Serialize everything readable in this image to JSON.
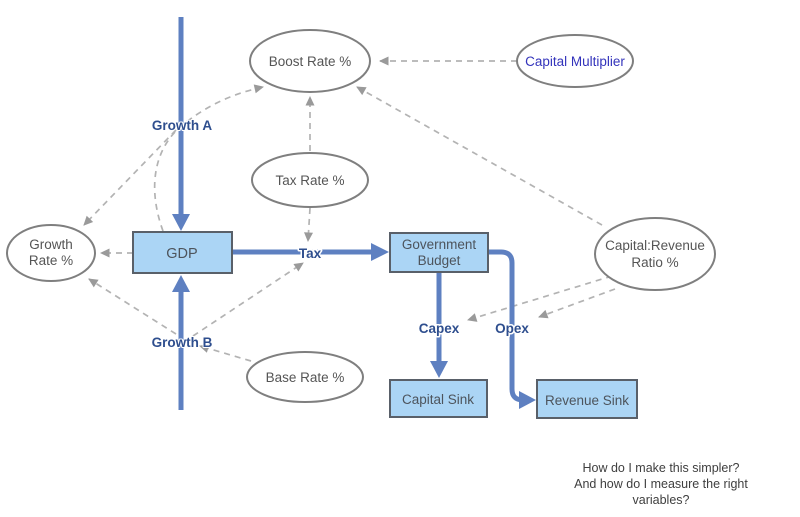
{
  "colors": {
    "flow": "#5e80c1",
    "flow_label": "#2e4e8e",
    "stock_fill": "#abd5f5",
    "stock_border": "#596069",
    "ellipse_stroke": "#7f7f7f",
    "node_text": "#555555",
    "link": "#b3b3b3",
    "link_arrow": "#9a9a9a",
    "variable_highlight_text": "#3333bb",
    "note_text": "#3f3f3f",
    "background": "#ffffff"
  },
  "nodes": {
    "boost_rate": {
      "label": "Boost Rate %"
    },
    "capital_multiplier": {
      "label": "Capital Multiplier"
    },
    "tax_rate": {
      "label": "Tax Rate %"
    },
    "growth_rate": {
      "label_line1": "Growth",
      "label_line2": "Rate %"
    },
    "gdp": {
      "label": "GDP"
    },
    "government_budget": {
      "label_line1": "Government",
      "label_line2": "Budget"
    },
    "capital_revenue_ratio": {
      "label_line1": "Capital:Revenue",
      "label_line2": "Ratio %"
    },
    "base_rate": {
      "label": "Base Rate %"
    },
    "capital_sink": {
      "label": "Capital Sink"
    },
    "revenue_sink": {
      "label": "Revenue Sink"
    }
  },
  "flows": {
    "growth_a": {
      "label": "Growth A",
      "from": "source",
      "to": "GDP"
    },
    "growth_b": {
      "label": "Growth B",
      "from": "source",
      "to": "GDP"
    },
    "tax": {
      "label": "Tax",
      "from": "GDP",
      "to": "Government Budget"
    },
    "capex": {
      "label": "Capex",
      "from": "Government Budget",
      "to": "Capital Sink"
    },
    "opex": {
      "label": "Opex",
      "from": "Government Budget",
      "to": "Revenue Sink"
    }
  },
  "links": [
    {
      "from": "Capital Multiplier",
      "to": "Boost Rate %"
    },
    {
      "from": "Tax Rate %",
      "to": "Boost Rate %"
    },
    {
      "from": "Capital:Revenue Ratio %",
      "to": "Boost Rate %"
    },
    {
      "from": "GDP",
      "to": "Boost Rate %"
    },
    {
      "from": "Growth A",
      "to": "Growth Rate %"
    },
    {
      "from": "GDP",
      "to": "Growth Rate %"
    },
    {
      "from": "Growth B",
      "to": "Growth Rate %"
    },
    {
      "from": "Base Rate %",
      "to": "Growth B"
    },
    {
      "from": "Growth B",
      "to": "Tax"
    },
    {
      "from": "Tax Rate %",
      "to": "Tax"
    },
    {
      "from": "Capital:Revenue Ratio %",
      "to": "Capex"
    },
    {
      "from": "Capital:Revenue Ratio %",
      "to": "Opex"
    }
  ],
  "note": {
    "line1": "How do I make this simpler?",
    "line2": "And how do I measure the right",
    "line3": "variables?"
  }
}
